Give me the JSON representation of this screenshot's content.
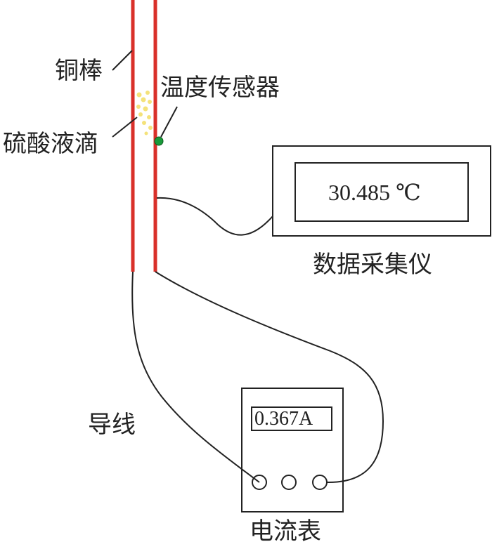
{
  "labels": {
    "copper_rod": "铜棒",
    "temp_sensor": "温度传感器",
    "acid_drop": "硫酸液滴",
    "data_logger": "数据采集仪",
    "wire": "导线",
    "ammeter": "电流表"
  },
  "readings": {
    "temperature": "30.485 ℃",
    "current": "0.367A"
  },
  "colors": {
    "rod": "#d9302a",
    "sensor": "#1a9a3a",
    "droplet": "#f4e27a",
    "line": "#222222"
  }
}
